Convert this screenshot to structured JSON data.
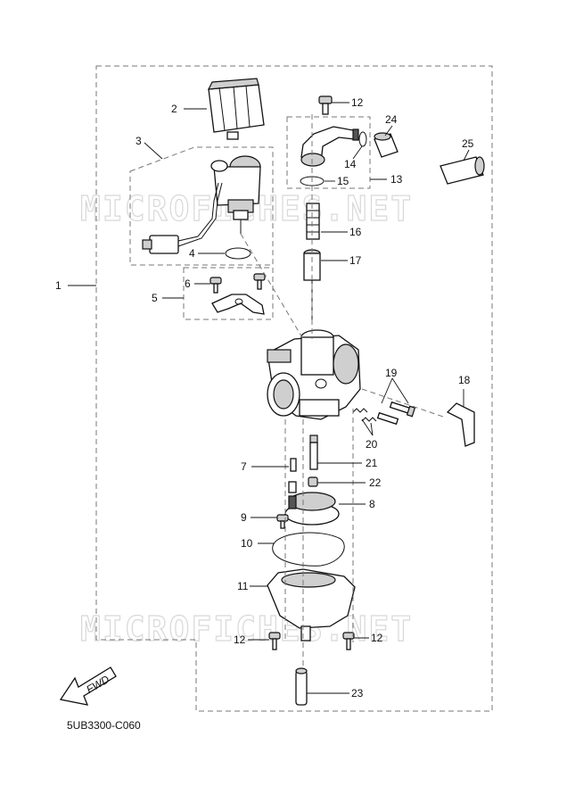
{
  "diagram": {
    "watermark": "MICROFICHES.NET",
    "code": "5UB3300-C060",
    "fwd_label": "FWD",
    "callouts": {
      "c1": "1",
      "c2": "2",
      "c3": "3",
      "c4": "4",
      "c5": "5",
      "c6": "6",
      "c7": "7",
      "c8": "8",
      "c9": "9",
      "c10": "10",
      "c11": "11",
      "c12a": "12",
      "c12b": "12",
      "c12c": "12",
      "c13": "13",
      "c14": "14",
      "c15": "15",
      "c16": "16",
      "c17": "17",
      "c18": "18",
      "c19": "19",
      "c20": "20",
      "c21": "21",
      "c22": "22",
      "c23": "23",
      "c24": "24",
      "c25": "25"
    }
  }
}
